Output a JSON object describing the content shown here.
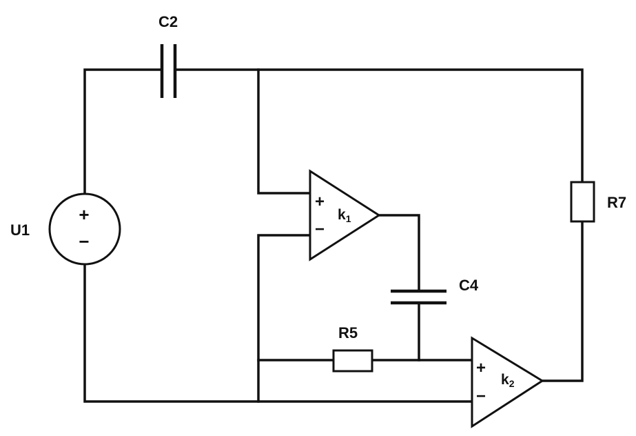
{
  "components": {
    "c2": {
      "label": "C2"
    },
    "c4": {
      "label": "C4"
    },
    "r5": {
      "label": "R5"
    },
    "r7": {
      "label": "R7"
    },
    "u1": {
      "label": "U1",
      "plus": "+",
      "minus": "−"
    },
    "k1": {
      "base": "k",
      "sub": "1",
      "plus": "+",
      "minus": "−"
    },
    "k2": {
      "base": "k",
      "sub": "2",
      "plus": "+",
      "minus": "−"
    }
  },
  "colors": {
    "ink": "#111111",
    "background": "#ffffff"
  }
}
